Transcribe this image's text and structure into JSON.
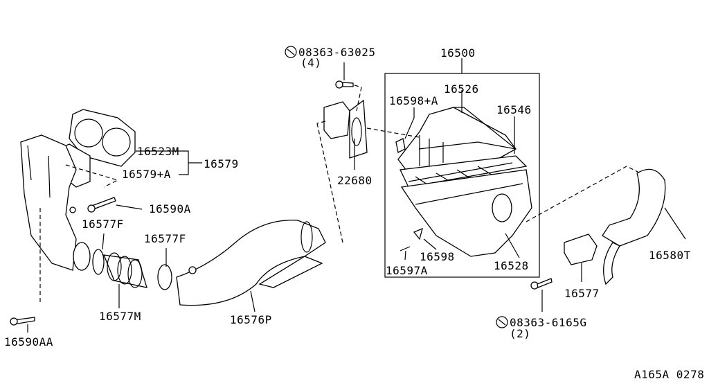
{
  "diagram": {
    "labels": {
      "bolt_top": "08363-63025",
      "bolt_top_qty": "(4)",
      "assembly": "16500",
      "cover": "16526",
      "clip_a": "16598+A",
      "element": "16546",
      "gasket": "16523M",
      "gasket_a": "16579+A",
      "gasket_set": "16579",
      "sensor": "22680",
      "bolt_a": "16590A",
      "clamp_f1": "16577F",
      "clamp_f2": "16577F",
      "clip": "16598",
      "lower_case": "16528",
      "duct_t": "16580T",
      "clip_97a": "16597A",
      "clamp": "16577",
      "bellows": "16577M",
      "duct_p": "16576P",
      "bolt_bottom": "08363-6165G",
      "bolt_bottom_qty": "(2)",
      "bolt_aa": "16590AA",
      "figure_code": "A165A 0278"
    },
    "icons": [
      "standard-part-s-icon"
    ]
  }
}
